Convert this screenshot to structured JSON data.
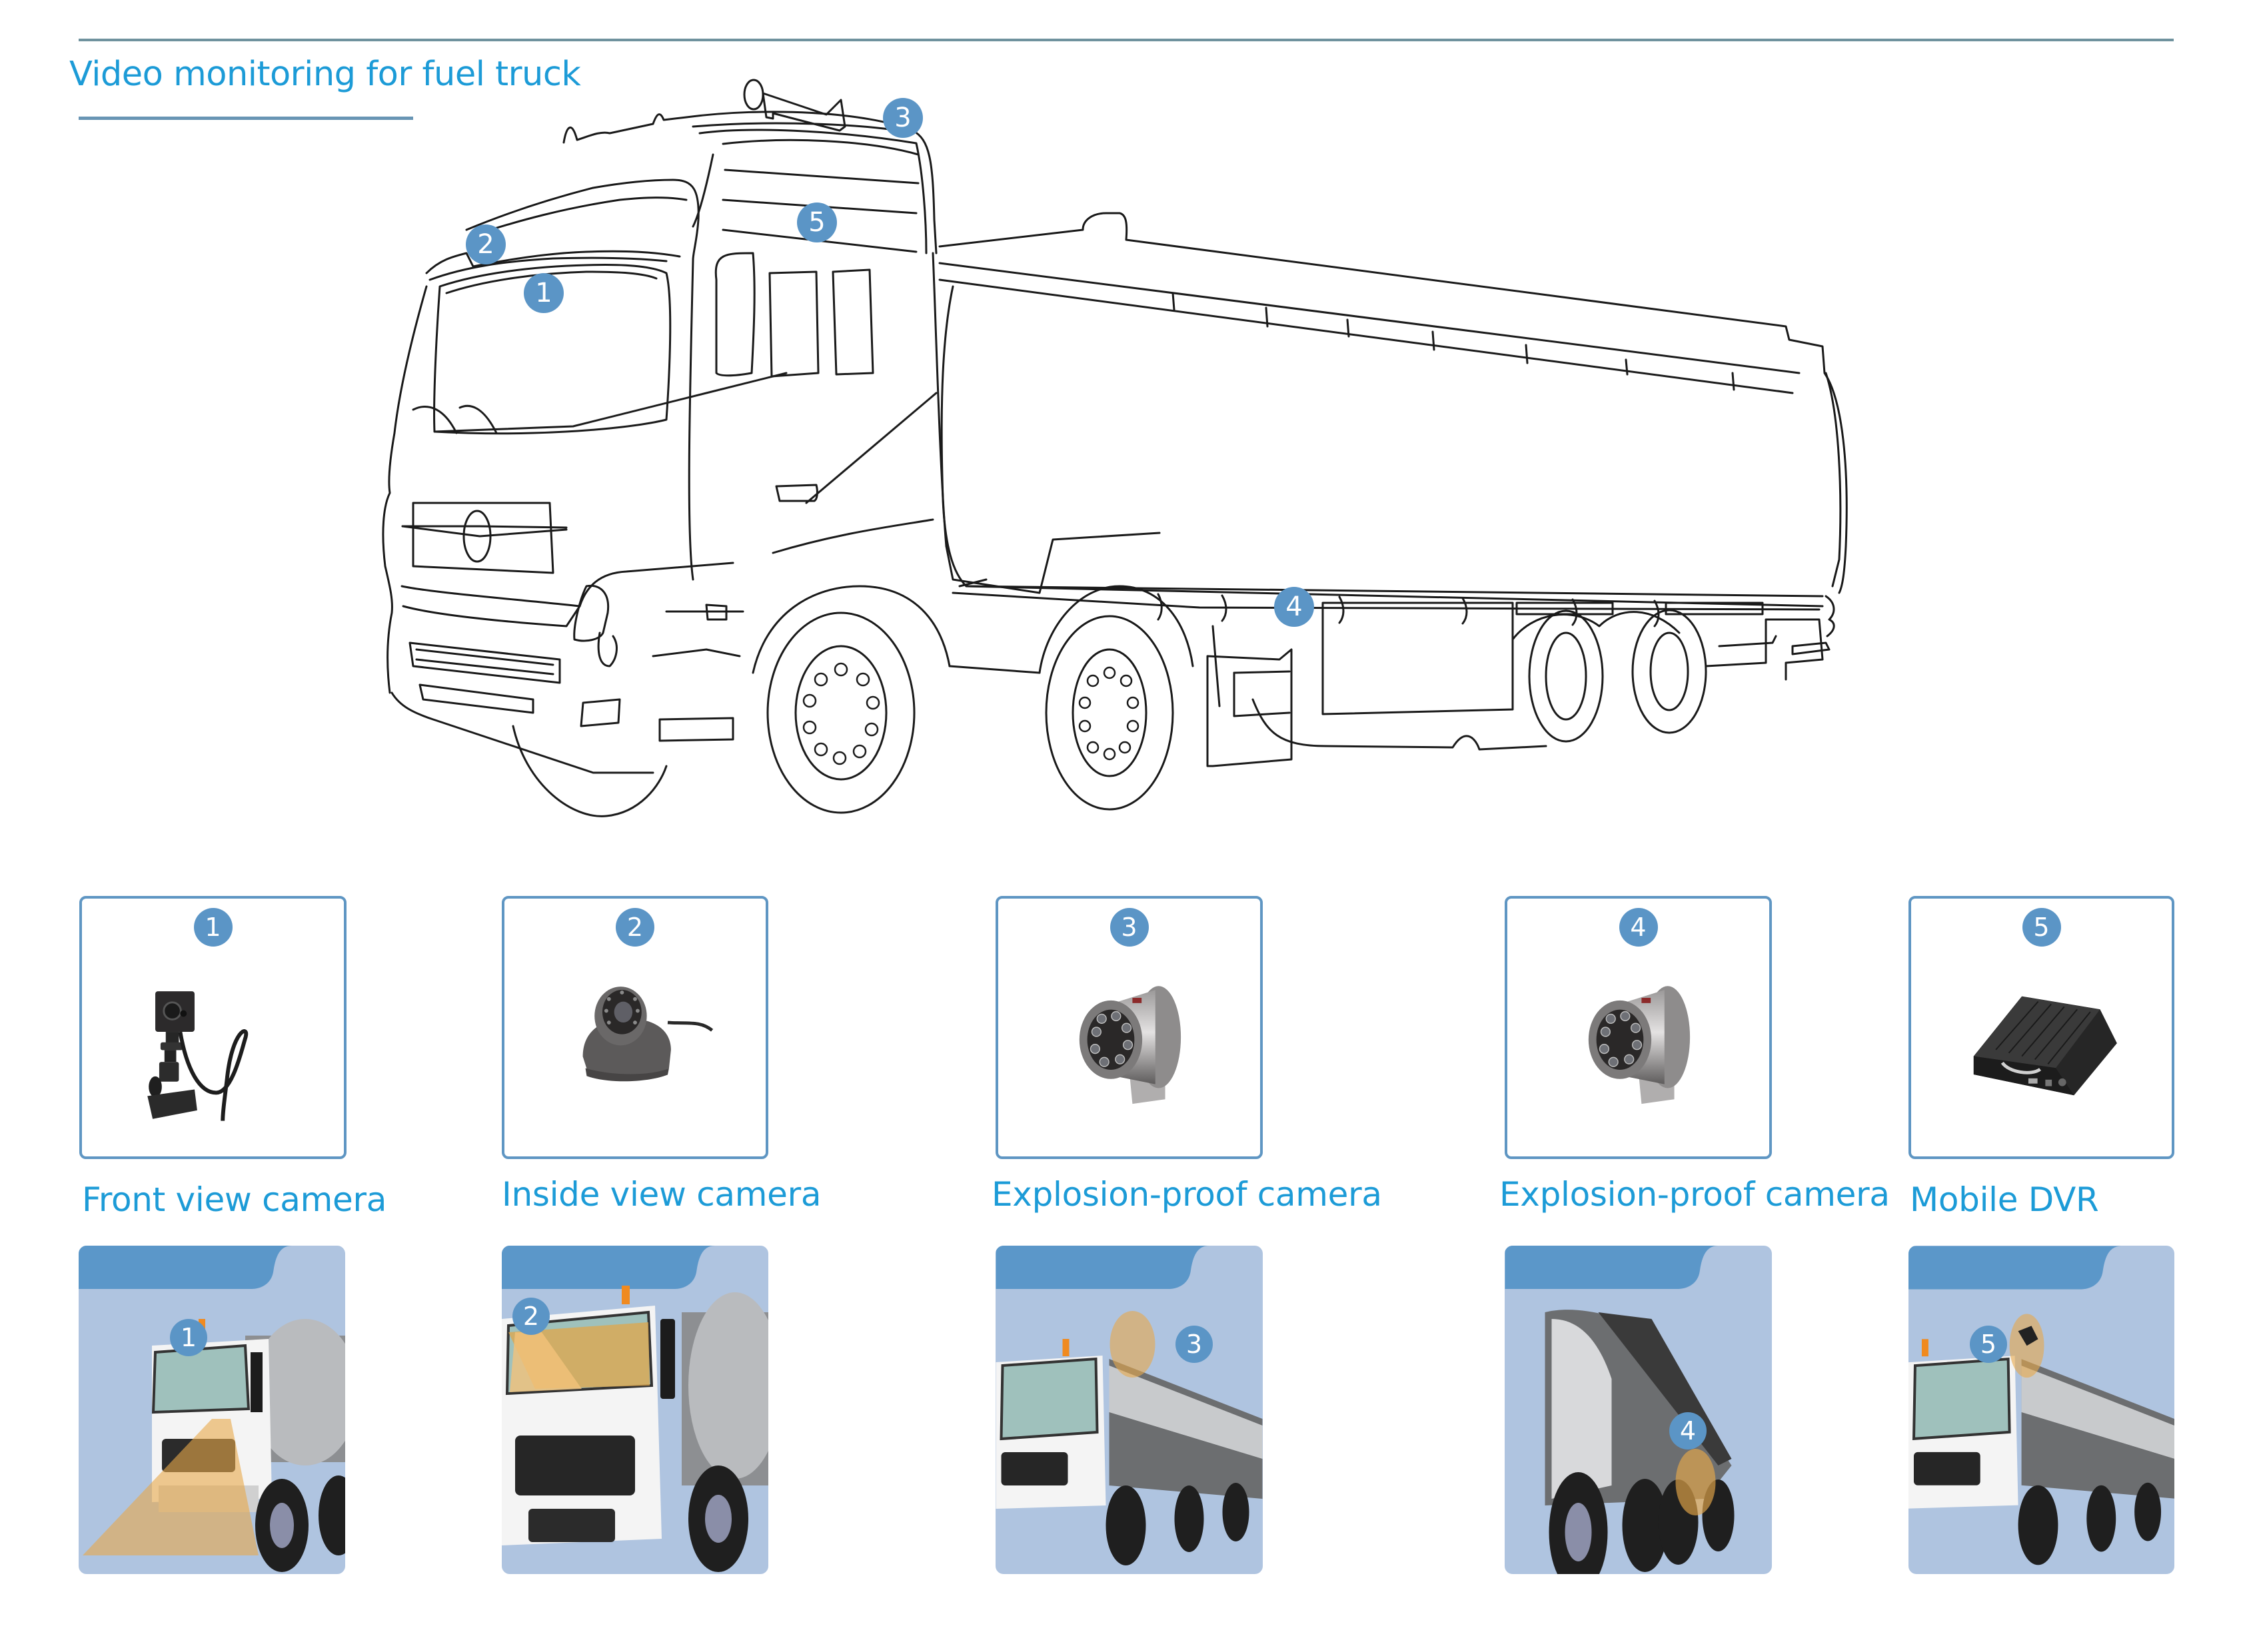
{
  "header": {
    "title": "Video monitoring for fuel truck"
  },
  "colors": {
    "accent_text": "#1c9bd7",
    "marker": "#5b95c6",
    "card_border": "#5f96c3",
    "scene_bg": "#afc4e0",
    "scene_tab": "#5b97c9",
    "coverage": "#e8a94a",
    "rule": "#6f929e"
  },
  "diagram": {
    "subject": "fuel tanker truck line drawing",
    "markers": [
      {
        "number": "1",
        "meaning": "Front view camera"
      },
      {
        "number": "2",
        "meaning": "Inside view camera"
      },
      {
        "number": "3",
        "meaning": "Explosion-proof camera"
      },
      {
        "number": "4",
        "meaning": "Explosion-proof camera"
      },
      {
        "number": "5",
        "meaning": "Mobile DVR"
      }
    ]
  },
  "products": [
    {
      "number": "1",
      "label": "Front view camera",
      "icon": "mini-camera-with-bracket-icon"
    },
    {
      "number": "2",
      "label": "Inside view camera",
      "icon": "dome-camera-icon"
    },
    {
      "number": "3",
      "label": "Explosion-proof camera",
      "icon": "explosion-proof-camera-icon"
    },
    {
      "number": "4",
      "label": "Explosion-proof camera",
      "icon": "explosion-proof-camera-icon"
    },
    {
      "number": "5",
      "label": "Mobile DVR",
      "icon": "mobile-dvr-icon"
    }
  ],
  "scenes": [
    {
      "number": "1",
      "view": "front cab, forward coverage cone"
    },
    {
      "number": "2",
      "view": "cab interior coverage through windshield"
    },
    {
      "number": "3",
      "view": "cab roof rear-facing camera"
    },
    {
      "number": "4",
      "view": "side of tank, chassis-mounted camera"
    },
    {
      "number": "5",
      "view": "DVR mounted behind cab"
    }
  ]
}
